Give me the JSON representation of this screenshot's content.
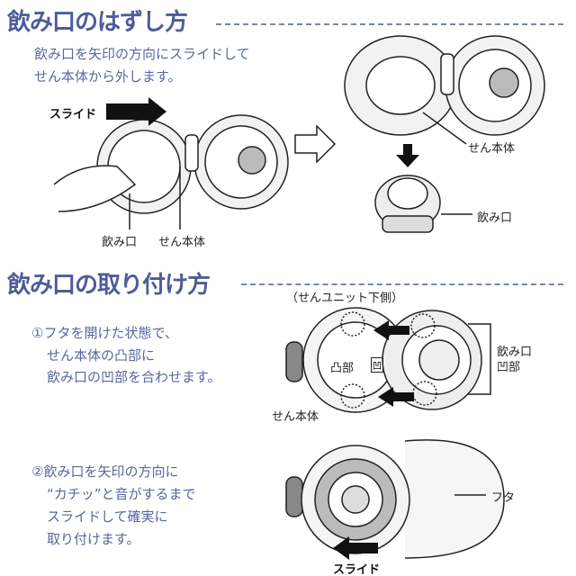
{
  "section1": {
    "title": "飲み口のはずし方",
    "lines": [
      "飲み口を矢印の方向にスライドして",
      "せん本体から外します。"
    ],
    "labels": {
      "slide": "スライド",
      "mouthpiece": "飲み口",
      "body": "せん本体",
      "body_right": "せん本体",
      "mouthpiece_right": "飲み口"
    }
  },
  "section2": {
    "title": "飲み口の取り付け方",
    "caption": "（せんユニット下側）",
    "step1": [
      "①フタを開けた状態で、",
      "せん本体の凸部に",
      "飲み口の凹部を合わせます。"
    ],
    "step1_labels": {
      "convex": "凸部",
      "concave_mark": "凹",
      "mouthpiece": "飲み口",
      "concave": "凹部",
      "body": "せん本体"
    },
    "step2": [
      "②飲み口を矢印の方向に",
      "“カチッ”と音がするまで",
      "スライドして確実に",
      "取り付けます。"
    ],
    "step2_labels": {
      "lid": "フタ",
      "slide": "スライド"
    }
  },
  "colors": {
    "heading": "#4f5c9a",
    "text": "#5a669e"
  }
}
